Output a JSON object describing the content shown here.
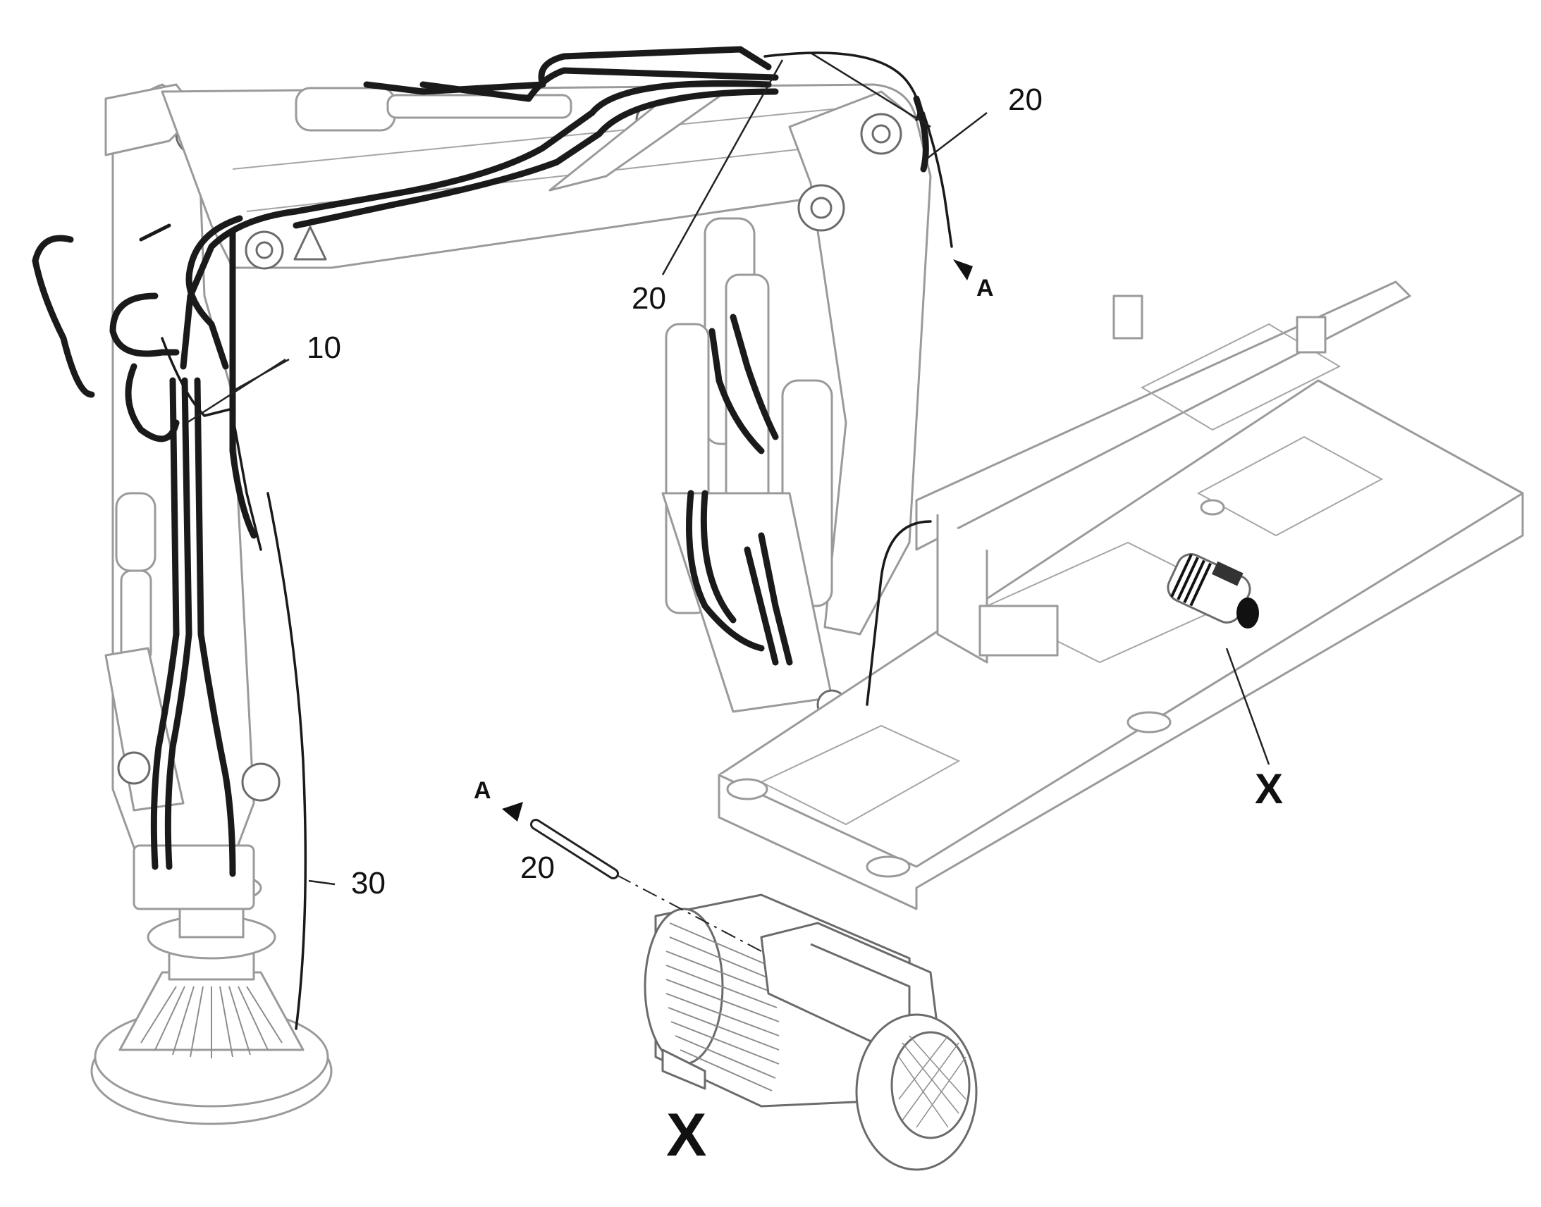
{
  "callouts": {
    "item_10": "10",
    "item_20_top_right": "20",
    "item_20_mid": "20",
    "item_20_bottom": "20",
    "item_30": "30",
    "arrow_A_top": "A",
    "arrow_A_bottom": "A",
    "detail_X_main": "X",
    "detail_X_frame": "X"
  },
  "colors": {
    "hose": "#1a1a1a",
    "outline": "#9a9a9a",
    "background": "#ffffff"
  }
}
